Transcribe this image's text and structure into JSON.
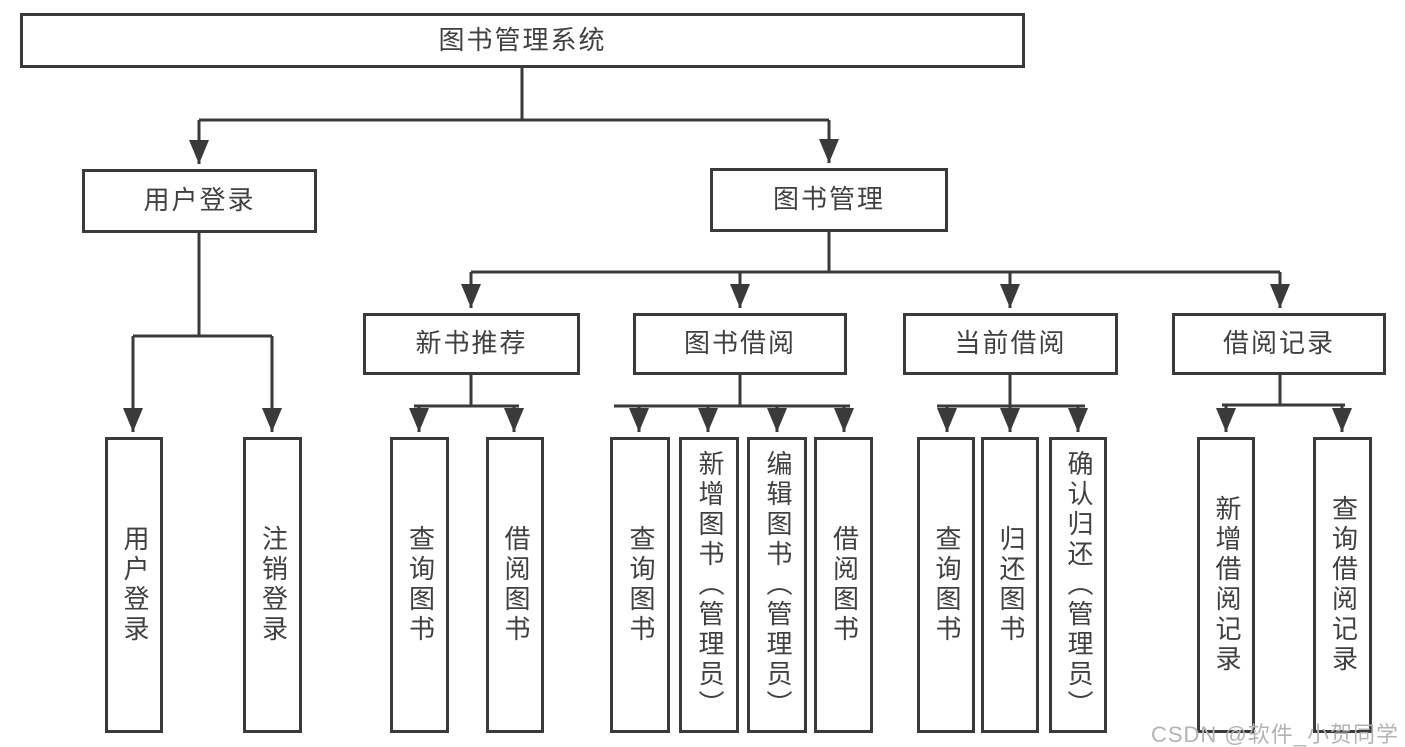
{
  "diagram": {
    "root": {
      "label": "图书管理系统"
    },
    "branches": [
      {
        "label": "用户登录",
        "children": [
          {
            "label": "用户登录"
          },
          {
            "label": "注销登录"
          }
        ]
      },
      {
        "label": "图书管理",
        "children": [
          {
            "label": "新书推荐",
            "children": [
              {
                "label": "查询图书"
              },
              {
                "label": "借阅图书"
              }
            ]
          },
          {
            "label": "图书借阅",
            "children": [
              {
                "label": "查询图书"
              },
              {
                "label": "新增图书（管理员）"
              },
              {
                "label": "编辑图书（管理员）"
              },
              {
                "label": "借阅图书"
              }
            ]
          },
          {
            "label": "当前借阅",
            "children": [
              {
                "label": "查询图书"
              },
              {
                "label": "归还图书"
              },
              {
                "label": "确认归还（管理员）"
              }
            ]
          },
          {
            "label": "借阅记录",
            "children": [
              {
                "label": "新增借阅记录"
              },
              {
                "label": "查询借阅记录"
              }
            ]
          }
        ]
      }
    ]
  },
  "watermark": {
    "text": "CSDN @软件_小贺同学"
  },
  "colors": {
    "line": "#3a3a3a",
    "text": "#404040",
    "watermark": "#b3b3b3",
    "background": "#ffffff"
  }
}
